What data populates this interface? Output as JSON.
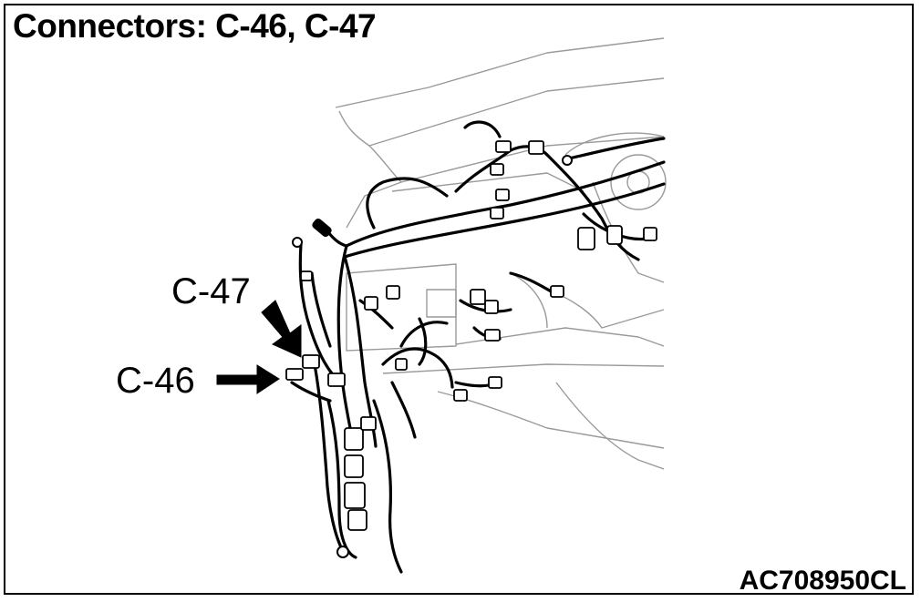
{
  "diagram": {
    "title": "Connectors: C-46, C-47",
    "figure_code": "AC708950CL",
    "callouts": [
      {
        "id": "c47",
        "label": "C-47"
      },
      {
        "id": "c46",
        "label": "C-46"
      }
    ]
  }
}
